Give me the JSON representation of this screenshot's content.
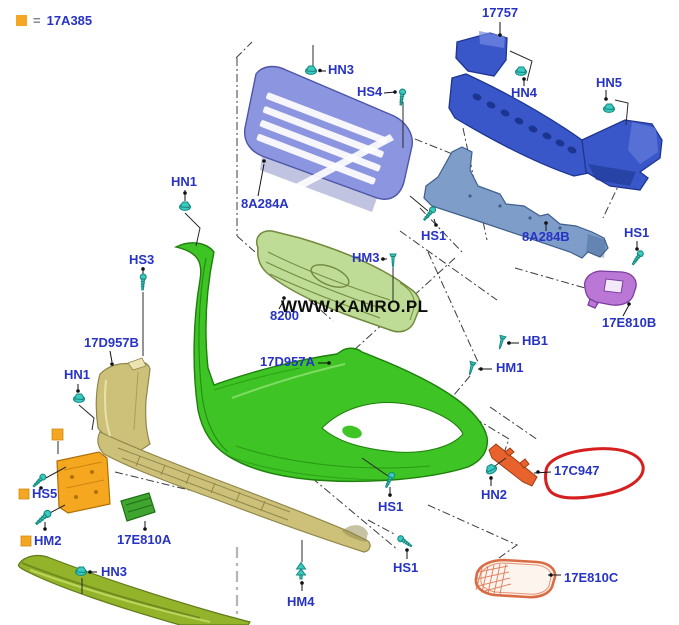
{
  "legend": {
    "equals": "=",
    "part": "17A385"
  },
  "watermark": "WWW.KAMRO.PL",
  "labels": {
    "p17757": "17757",
    "hn3_top": "HN3",
    "hs4": "HS4",
    "hn4": "HN4",
    "hn5": "HN5",
    "p8a284a": "8A284A",
    "hn1_top": "HN1",
    "hs3": "HS3",
    "hm3": "HM3",
    "hs1_a": "HS1",
    "p8a284b": "8A284B",
    "hs1_b": "HS1",
    "p17e810b": "17E810B",
    "p8200": "8200",
    "p17d957b": "17D957B",
    "p17d957a": "17D957A",
    "hb1": "HB1",
    "hm1": "HM1",
    "hn1_left": "HN1",
    "hs5": "HS5",
    "hm2": "HM2",
    "p17e810a": "17E810A",
    "hn2": "HN2",
    "p17c947": "17C947",
    "hs1_c": "HS1",
    "hs1_d": "HS1",
    "hn3_bottom": "HN3",
    "hm4": "HM4",
    "p17e810c": "17E810C"
  },
  "colors": {
    "label": "#2733C4",
    "legendOrange": "#F5A623",
    "teal": "#3CC9BF",
    "tealDark": "#14887E",
    "blueBar": "#3A57C9",
    "blueBarDark": "#1C3590",
    "blueBarLight": "#7389E2",
    "periwinkle": "#8C95E0",
    "periwinkleDark": "#4D55A8",
    "slate": "#7E9EC9",
    "slateDark": "#3E5E8E",
    "orchid": "#BA77D6",
    "orchidDark": "#7C3FA0",
    "paleGreen": "#BFDC96",
    "paleGreenDark": "#71893C",
    "green": "#3EC424",
    "greenDark": "#1E7F0C",
    "olive": "#CDC17A",
    "oliveDark": "#8F864A",
    "orange": "#F5A71F",
    "orangeDark": "#B07008",
    "brightGreen": "#3FA52F",
    "reflector": "#E8622E",
    "salmon": "#D96B45",
    "lip": "#93B32B",
    "lipDark": "#5F7A18",
    "redCircle": "#D61F1F"
  }
}
